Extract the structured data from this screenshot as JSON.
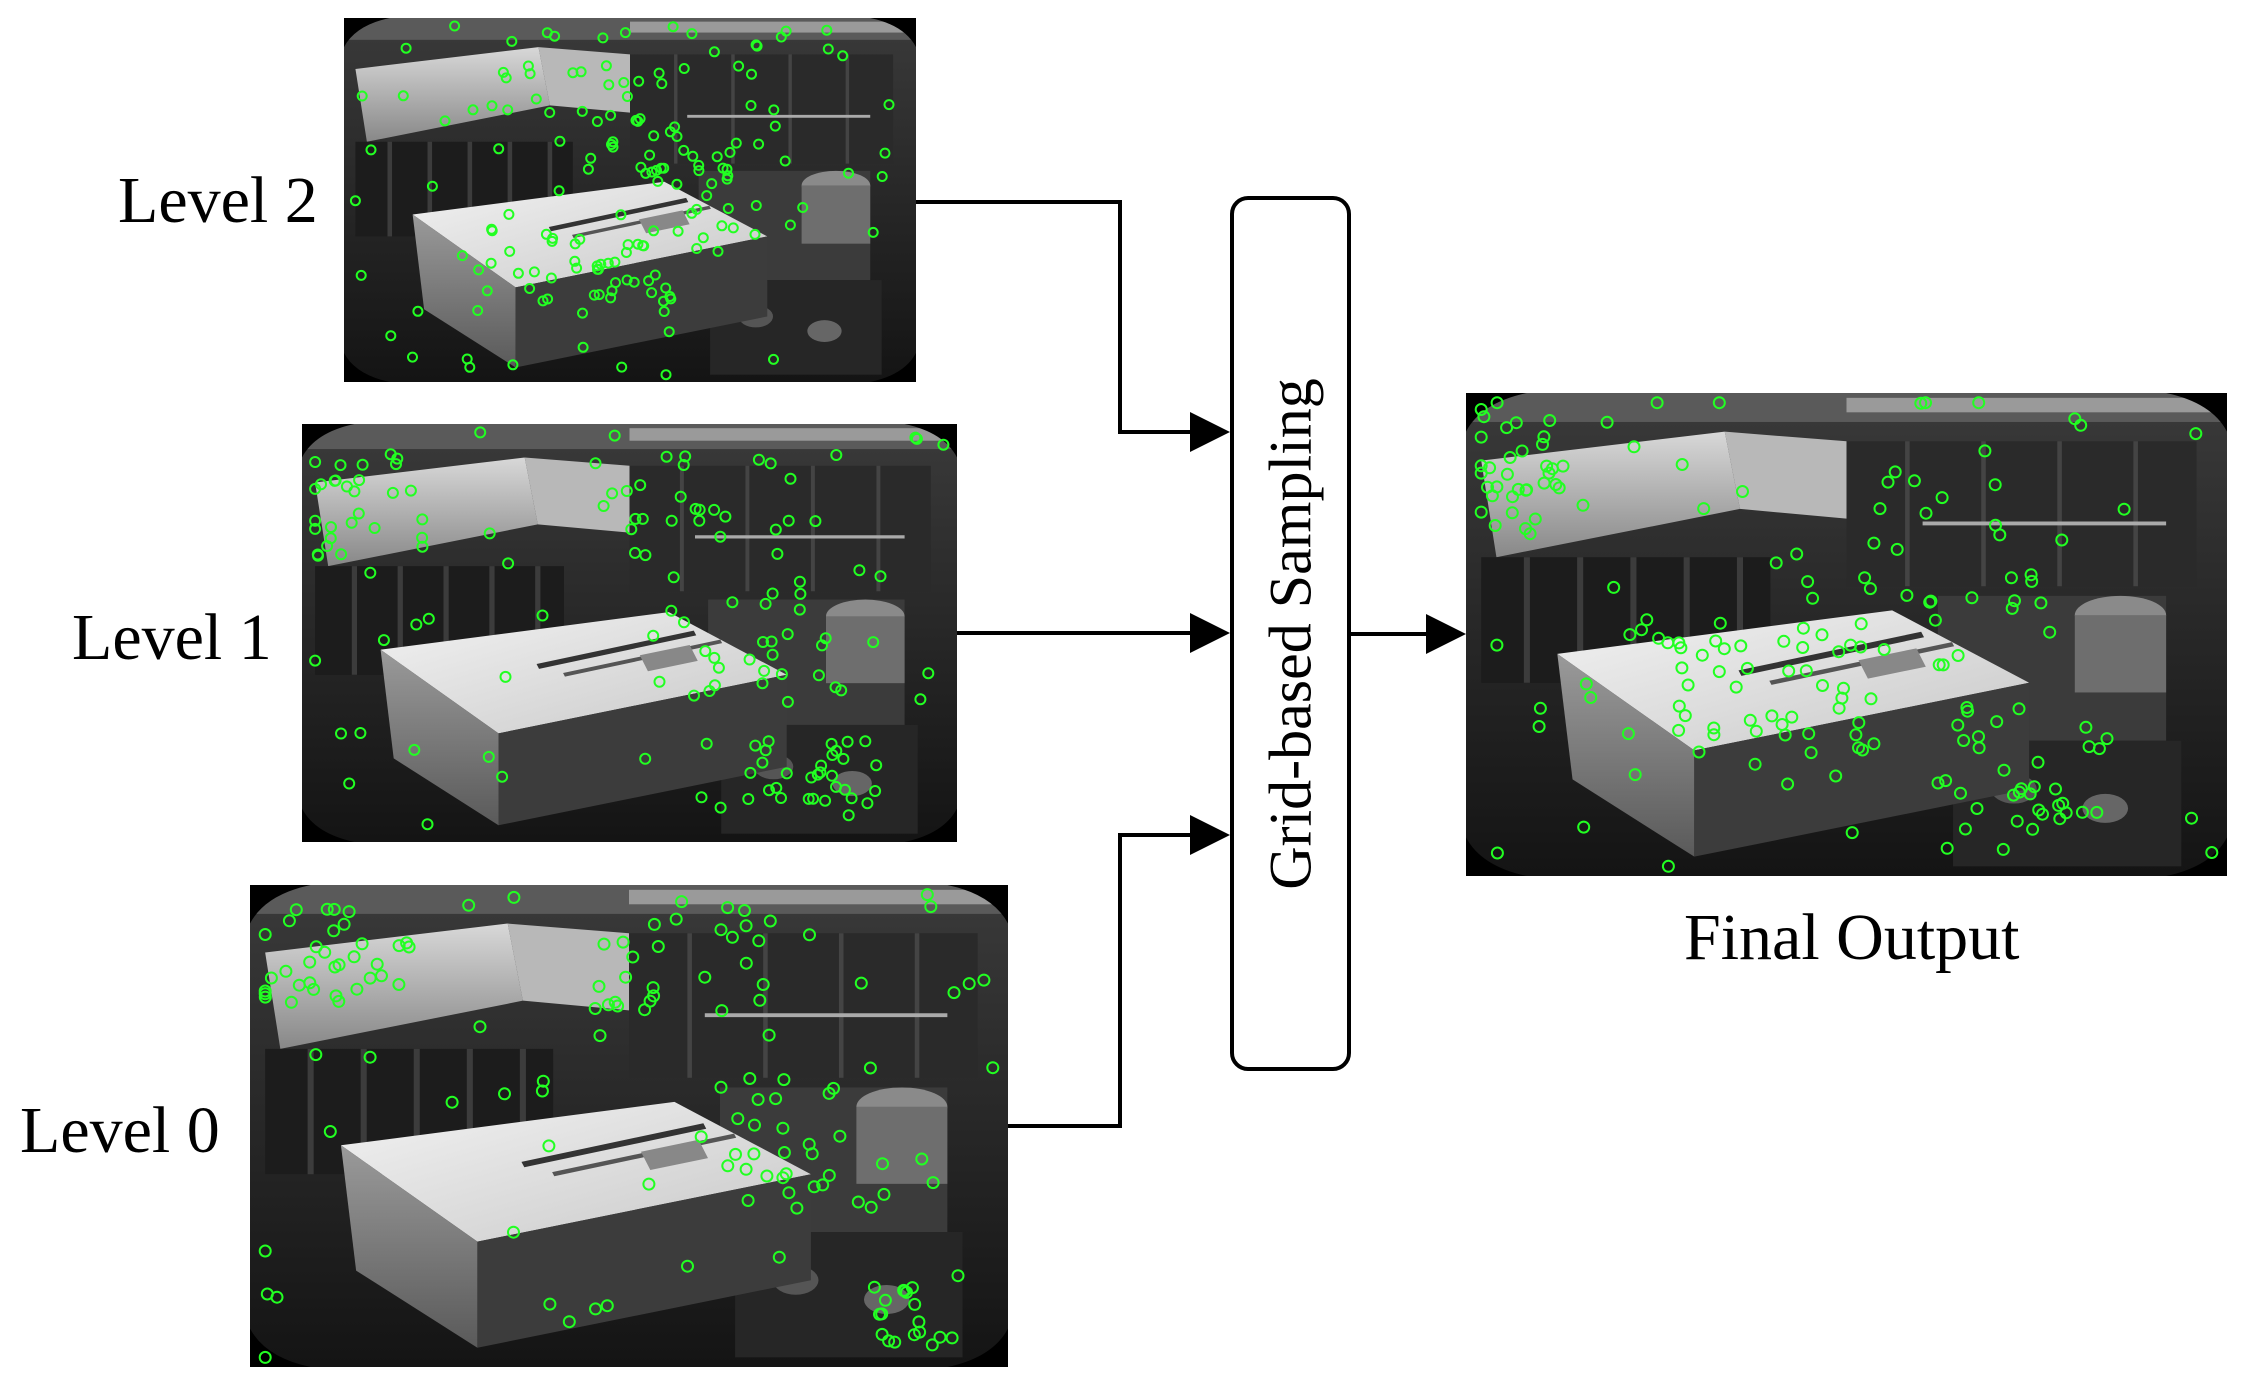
{
  "labels": {
    "level2": "Level 2",
    "level1": "Level 1",
    "level0": "Level 0",
    "output": "Final Output"
  },
  "process": {
    "label": "Grid-based Sampling"
  },
  "colors": {
    "feature_marker": "#22ff22",
    "arrow": "#000000"
  }
}
